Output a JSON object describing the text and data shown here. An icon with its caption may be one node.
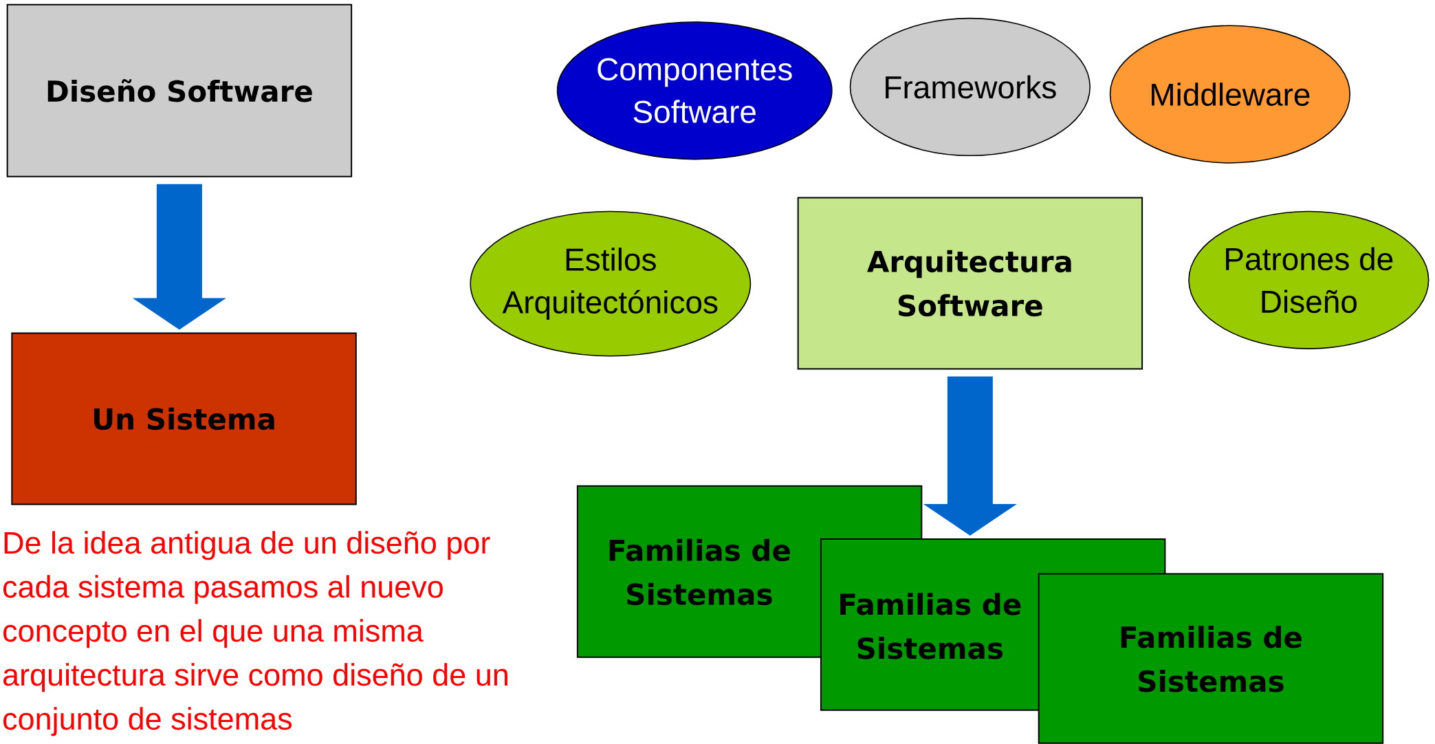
{
  "diagram": {
    "nodes": [
      {
        "text": [
          "Diseño Software"
        ]
      },
      {
        "text": [
          "Un Sistema"
        ]
      },
      {
        "text": [
          "Componentes Software"
        ]
      },
      {
        "text": [
          "Frameworks"
        ]
      },
      {
        "text": [
          "Middleware"
        ]
      },
      {
        "text": [
          "Estilos Arquitectónicos"
        ]
      },
      {
        "text": [
          "Arquitectura Software"
        ]
      },
      {
        "text": [
          "Patrones de Diseño"
        ]
      },
      {
        "text": [
          "Familias de Sistemas"
        ]
      },
      {
        "text": [
          "Familias de Sistemas"
        ]
      },
      {
        "text": [
          "Familias de Sistemas"
        ]
      }
    ],
    "edges": [
      {
        "from": 0,
        "to": 1,
        "arrow": "to"
      },
      {
        "from": 6,
        "to": 9,
        "arrow": "to"
      }
    ],
    "labels": [
      "De la idea antigua de un diseño por cada sistema pasamos al nuevo concepto en el que una misma arquitectura sirve como diseño de un conjunto de sistemas"
    ]
  }
}
